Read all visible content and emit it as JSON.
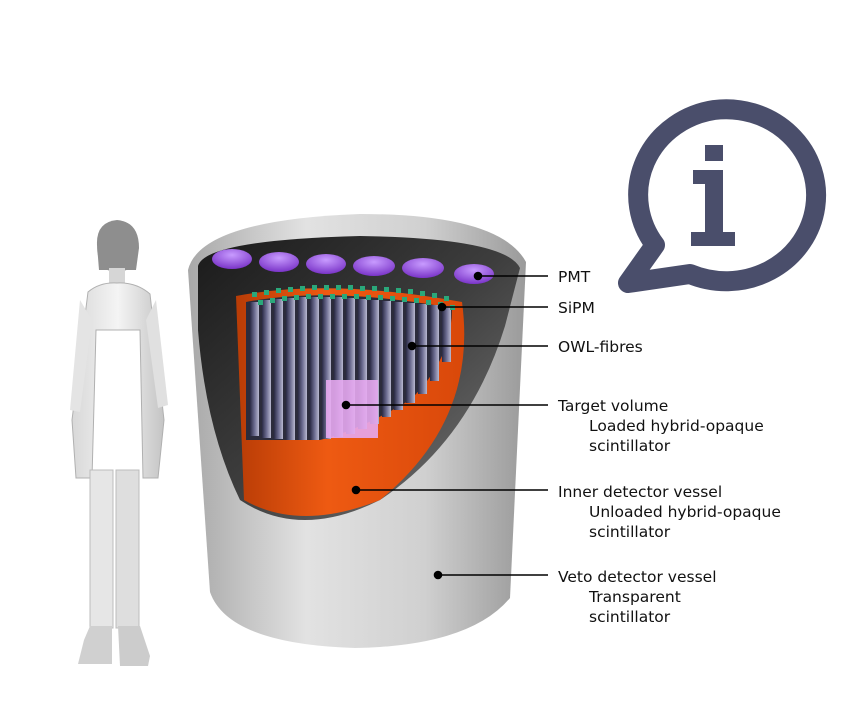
{
  "labels": {
    "pmt": "PMT",
    "sipm": "SiPM",
    "owl": "OWL-fibres",
    "target": {
      "title": "Target volume",
      "sub1": "Loaded hybrid-opaque",
      "sub2": "scintillator"
    },
    "inner": {
      "title": "Inner detector vessel",
      "sub1": "Unloaded hybrid-opaque",
      "sub2": "scintillator"
    },
    "veto": {
      "title": "Veto detector vessel",
      "sub1": "Transparent",
      "sub2": "scintillator"
    }
  },
  "colors": {
    "vessel_outer": "#c9c9c9",
    "vessel_inner_dark": "#3a3a3a",
    "inner_vessel": "#e8530f",
    "pmt": "#9a55e6",
    "sipm": "#2aa87a",
    "target": "#e6a8f0",
    "info_icon": "#4a4e6b"
  },
  "icons": [
    "info-speech-bubble-icon",
    "person-figure"
  ]
}
